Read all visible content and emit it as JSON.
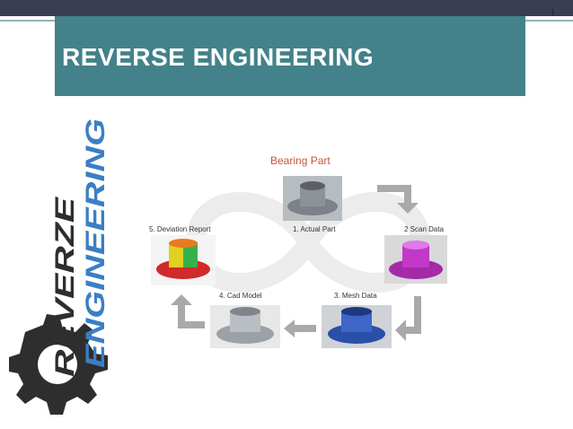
{
  "slide": {
    "page_number": "1",
    "title": "REVERSE ENGINEERING"
  },
  "logo": {
    "line1": "REVERZE",
    "line2": "ENGINEERING"
  },
  "diagram": {
    "title": "Bearing Part",
    "steps": [
      {
        "label": "1. Actual Part"
      },
      {
        "label": "2 Scan Data"
      },
      {
        "label": "3. Mesh Data"
      },
      {
        "label": "4. Cad Model"
      },
      {
        "label": "5. Deviation Report"
      }
    ],
    "colors": {
      "actual_part": "#8a8f96",
      "scan_data": "#c238c9",
      "mesh_data": "#2f57b8",
      "cad_model": "#b9bec4",
      "deviation": "#e0d020"
    }
  }
}
